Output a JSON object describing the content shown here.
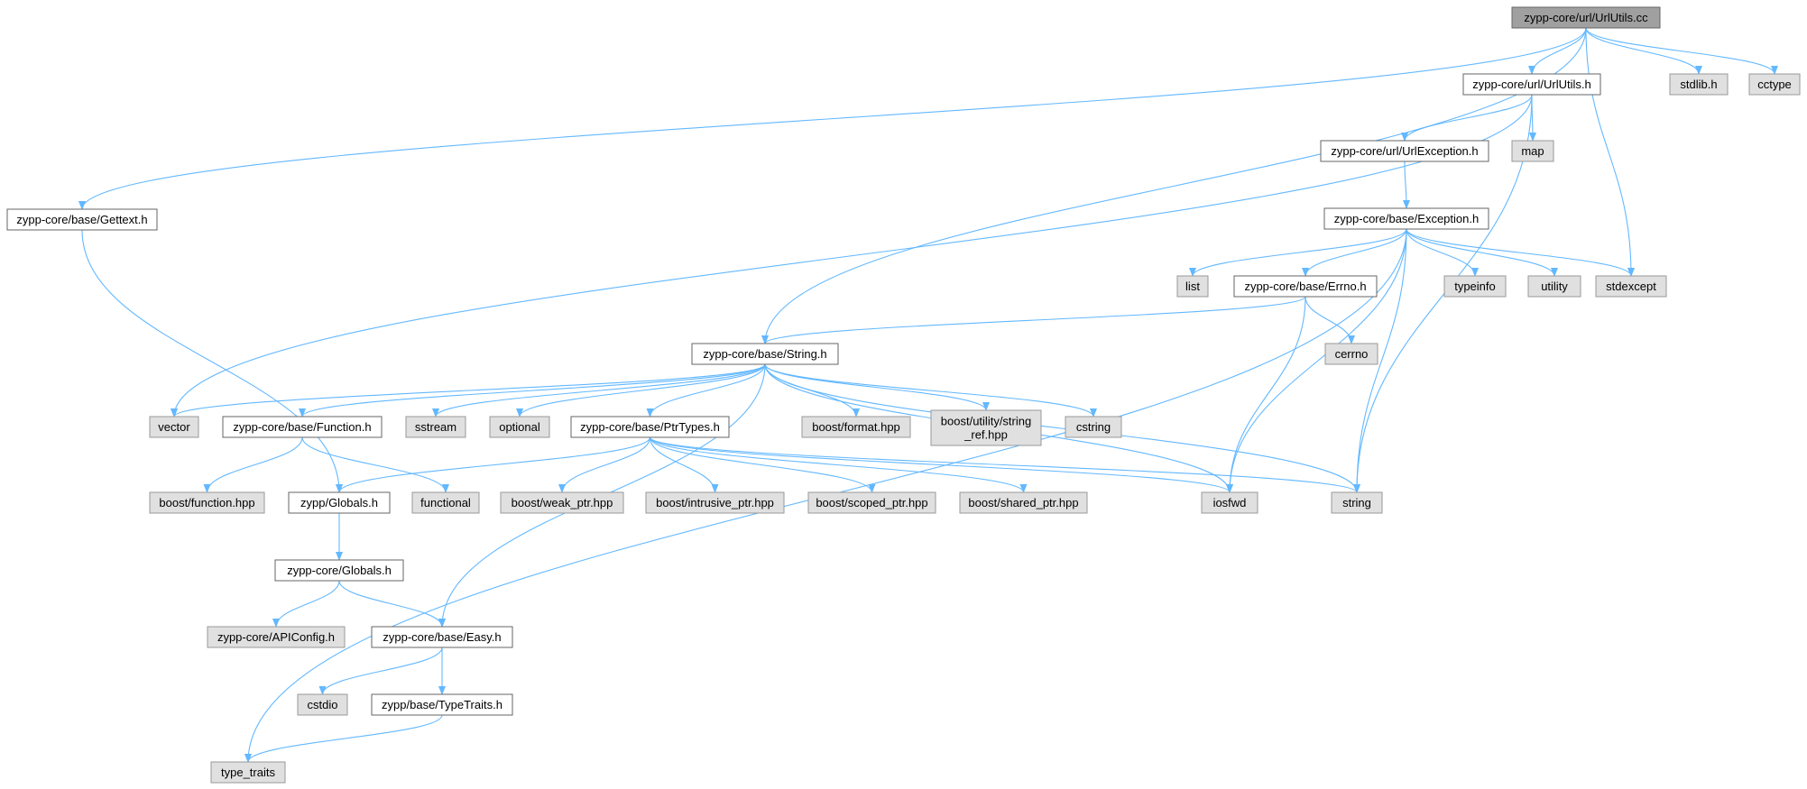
{
  "diagram": {
    "colors": {
      "edge": "#63b8ff",
      "root_fill": "#a0a0a0",
      "root_border": "#666666",
      "documented_fill": "#ffffff",
      "documented_border": "#666666",
      "external_fill": "#e0e0e0",
      "external_border": "#999999"
    },
    "nodes": [
      {
        "id": "root",
        "label": "zypp-core/url/UrlUtils.cc",
        "kind": "root"
      },
      {
        "id": "urlutils_h",
        "label": "zypp-core/url/UrlUtils.h",
        "kind": "documented"
      },
      {
        "id": "stdlib",
        "label": "stdlib.h",
        "kind": "external"
      },
      {
        "id": "cctype",
        "label": "cctype",
        "kind": "external"
      },
      {
        "id": "gettext",
        "label": "zypp-core/base/Gettext.h",
        "kind": "documented"
      },
      {
        "id": "urlexception",
        "label": "zypp-core/url/UrlException.h",
        "kind": "documented"
      },
      {
        "id": "map",
        "label": "map",
        "kind": "external"
      },
      {
        "id": "exception",
        "label": "zypp-core/base/Exception.h",
        "kind": "documented"
      },
      {
        "id": "list",
        "label": "list",
        "kind": "external"
      },
      {
        "id": "errno",
        "label": "zypp-core/base/Errno.h",
        "kind": "documented"
      },
      {
        "id": "typeinfo",
        "label": "typeinfo",
        "kind": "external"
      },
      {
        "id": "utility",
        "label": "utility",
        "kind": "external"
      },
      {
        "id": "stdexcept",
        "label": "stdexcept",
        "kind": "external"
      },
      {
        "id": "string_h",
        "label": "zypp-core/base/String.h",
        "kind": "documented"
      },
      {
        "id": "cerrno",
        "label": "cerrno",
        "kind": "external"
      },
      {
        "id": "vector",
        "label": "vector",
        "kind": "external"
      },
      {
        "id": "function_h",
        "label": "zypp-core/base/Function.h",
        "kind": "documented"
      },
      {
        "id": "sstream",
        "label": "sstream",
        "kind": "external"
      },
      {
        "id": "optional",
        "label": "optional",
        "kind": "external"
      },
      {
        "id": "ptrtypes",
        "label": "zypp-core/base/PtrTypes.h",
        "kind": "documented"
      },
      {
        "id": "boost_format",
        "label": "boost/format.hpp",
        "kind": "external"
      },
      {
        "id": "boost_string_ref",
        "label": "boost/utility/string\n_ref.hpp",
        "kind": "external"
      },
      {
        "id": "cstring",
        "label": "cstring",
        "kind": "external"
      },
      {
        "id": "boost_function",
        "label": "boost/function.hpp",
        "kind": "external"
      },
      {
        "id": "zypp_globals",
        "label": "zypp/Globals.h",
        "kind": "documented"
      },
      {
        "id": "functional",
        "label": "functional",
        "kind": "external"
      },
      {
        "id": "boost_weak",
        "label": "boost/weak_ptr.hpp",
        "kind": "external"
      },
      {
        "id": "boost_intrusive",
        "label": "boost/intrusive_ptr.hpp",
        "kind": "external"
      },
      {
        "id": "boost_scoped",
        "label": "boost/scoped_ptr.hpp",
        "kind": "external"
      },
      {
        "id": "boost_shared",
        "label": "boost/shared_ptr.hpp",
        "kind": "external"
      },
      {
        "id": "iosfwd",
        "label": "iosfwd",
        "kind": "external"
      },
      {
        "id": "string",
        "label": "string",
        "kind": "external"
      },
      {
        "id": "core_globals",
        "label": "zypp-core/Globals.h",
        "kind": "documented"
      },
      {
        "id": "apiconfig",
        "label": "zypp-core/APIConfig.h",
        "kind": "external"
      },
      {
        "id": "easy",
        "label": "zypp-core/base/Easy.h",
        "kind": "documented"
      },
      {
        "id": "cstdio",
        "label": "cstdio",
        "kind": "external"
      },
      {
        "id": "typetraits_h",
        "label": "zypp/base/TypeTraits.h",
        "kind": "documented"
      },
      {
        "id": "type_traits",
        "label": "type_traits",
        "kind": "external"
      }
    ],
    "edges": [
      [
        "root",
        "urlutils_h"
      ],
      [
        "root",
        "stdlib"
      ],
      [
        "root",
        "cctype"
      ],
      [
        "root",
        "stdexcept"
      ],
      [
        "root",
        "gettext"
      ],
      [
        "root",
        "string_h"
      ],
      [
        "urlutils_h",
        "urlexception"
      ],
      [
        "urlutils_h",
        "map"
      ],
      [
        "urlutils_h",
        "string"
      ],
      [
        "urlutils_h",
        "vector"
      ],
      [
        "urlexception",
        "exception"
      ],
      [
        "exception",
        "list"
      ],
      [
        "exception",
        "errno"
      ],
      [
        "exception",
        "typeinfo"
      ],
      [
        "exception",
        "utility"
      ],
      [
        "exception",
        "stdexcept"
      ],
      [
        "exception",
        "iosfwd"
      ],
      [
        "exception",
        "string"
      ],
      [
        "exception",
        "type_traits"
      ],
      [
        "errno",
        "cerrno"
      ],
      [
        "errno",
        "iosfwd"
      ],
      [
        "errno",
        "string_h"
      ],
      [
        "gettext",
        "zypp_globals"
      ],
      [
        "string_h",
        "vector"
      ],
      [
        "string_h",
        "function_h"
      ],
      [
        "string_h",
        "sstream"
      ],
      [
        "string_h",
        "optional"
      ],
      [
        "string_h",
        "ptrtypes"
      ],
      [
        "string_h",
        "boost_format"
      ],
      [
        "string_h",
        "boost_string_ref"
      ],
      [
        "string_h",
        "cstring"
      ],
      [
        "string_h",
        "iosfwd"
      ],
      [
        "string_h",
        "string"
      ],
      [
        "string_h",
        "easy"
      ],
      [
        "function_h",
        "boost_function"
      ],
      [
        "function_h",
        "functional"
      ],
      [
        "ptrtypes",
        "zypp_globals"
      ],
      [
        "ptrtypes",
        "boost_weak"
      ],
      [
        "ptrtypes",
        "boost_intrusive"
      ],
      [
        "ptrtypes",
        "boost_scoped"
      ],
      [
        "ptrtypes",
        "boost_shared"
      ],
      [
        "ptrtypes",
        "iosfwd"
      ],
      [
        "ptrtypes",
        "string"
      ],
      [
        "zypp_globals",
        "core_globals"
      ],
      [
        "core_globals",
        "apiconfig"
      ],
      [
        "core_globals",
        "easy"
      ],
      [
        "easy",
        "cstdio"
      ],
      [
        "easy",
        "typetraits_h"
      ],
      [
        "typetraits_h",
        "type_traits"
      ]
    ]
  }
}
